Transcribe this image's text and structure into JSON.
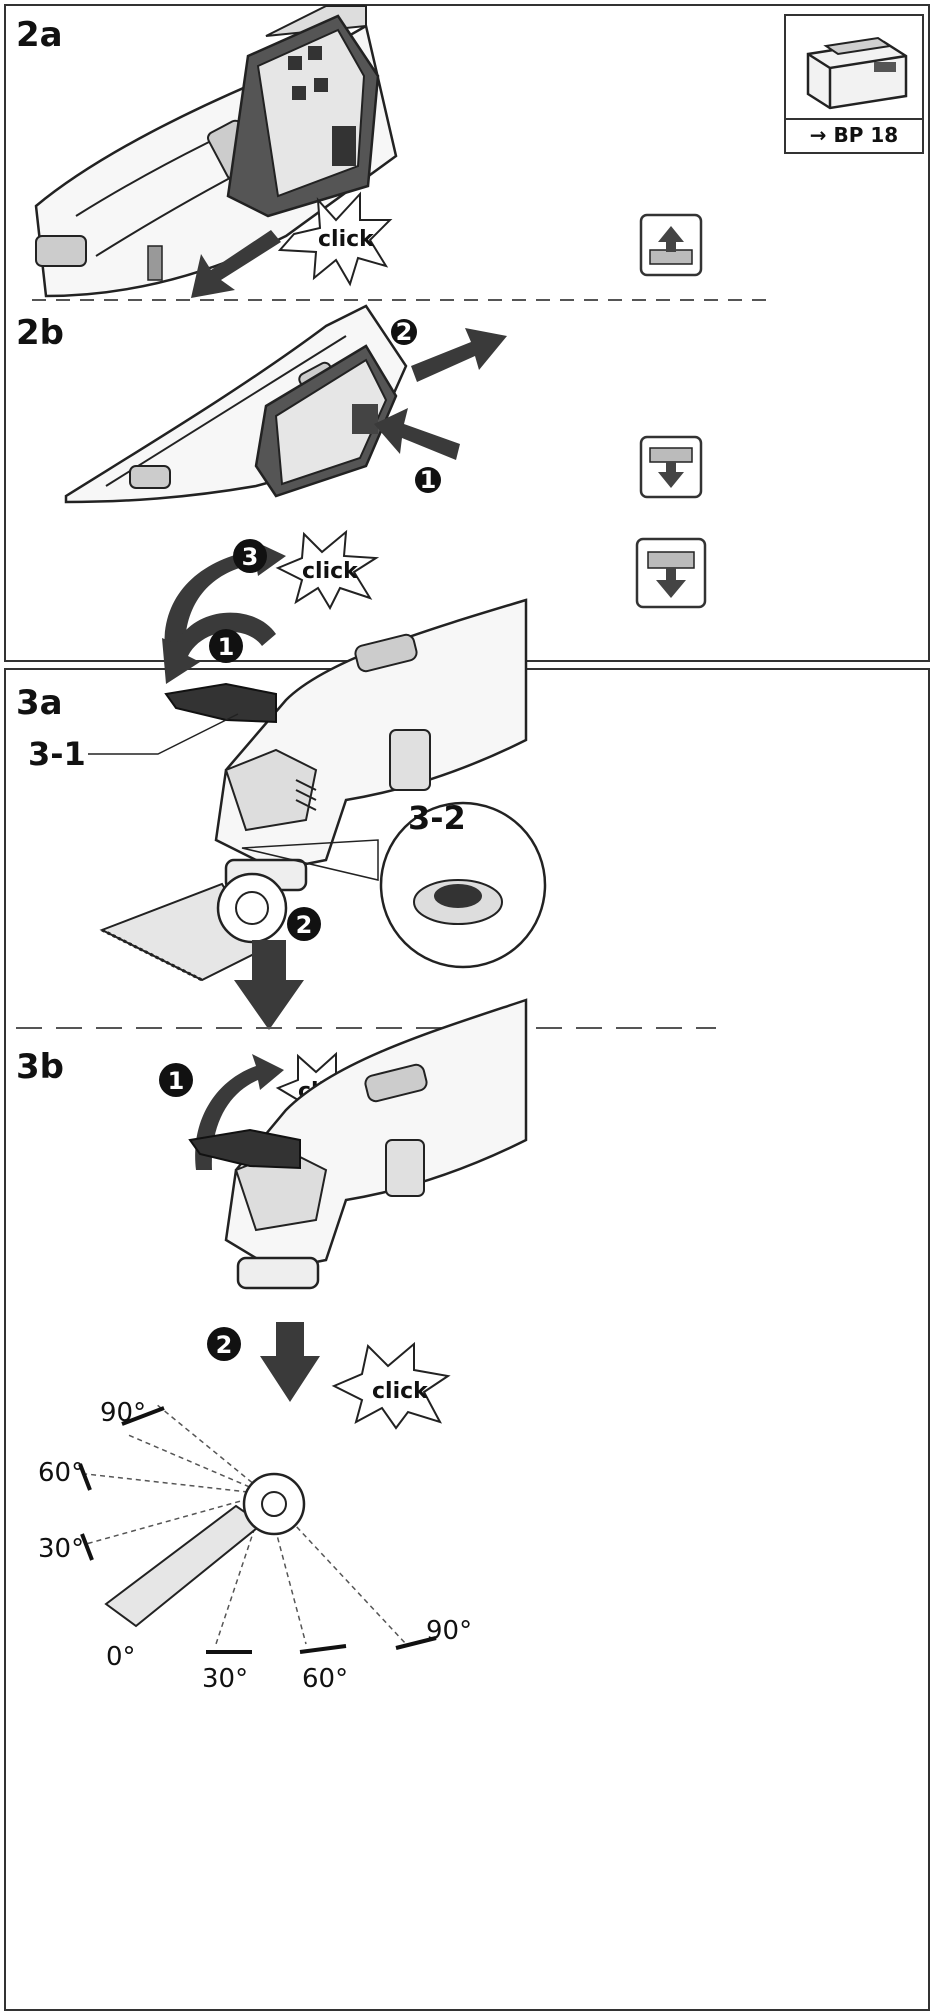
{
  "panel_top": {
    "step_a_label": "2a",
    "step_b_label": "2b",
    "battery_reference": "→ BP 18",
    "click_label": "click"
  },
  "panel_bottom": {
    "step_a_label": "3a",
    "step_b_label": "3b",
    "callout_lever": "3-1",
    "callout_flange": "3-2",
    "click_label": "click"
  },
  "markers": {
    "one": "1",
    "two": "2",
    "three": "3"
  },
  "angles": {
    "left_90": "90°",
    "left_60": "60°",
    "left_30": "30°",
    "zero": "0°",
    "bottom_30": "30°",
    "bottom_60": "60°",
    "right_90": "90°"
  },
  "colors": {
    "line": "#222222",
    "arrow": "#3a3a3a",
    "marker_fill": "#111111",
    "panel_border": "#333333"
  },
  "icons": {
    "battery_insert": "battery-insert-icon",
    "battery_remove": "battery-remove-icon",
    "gloves": "gloves-icon"
  }
}
